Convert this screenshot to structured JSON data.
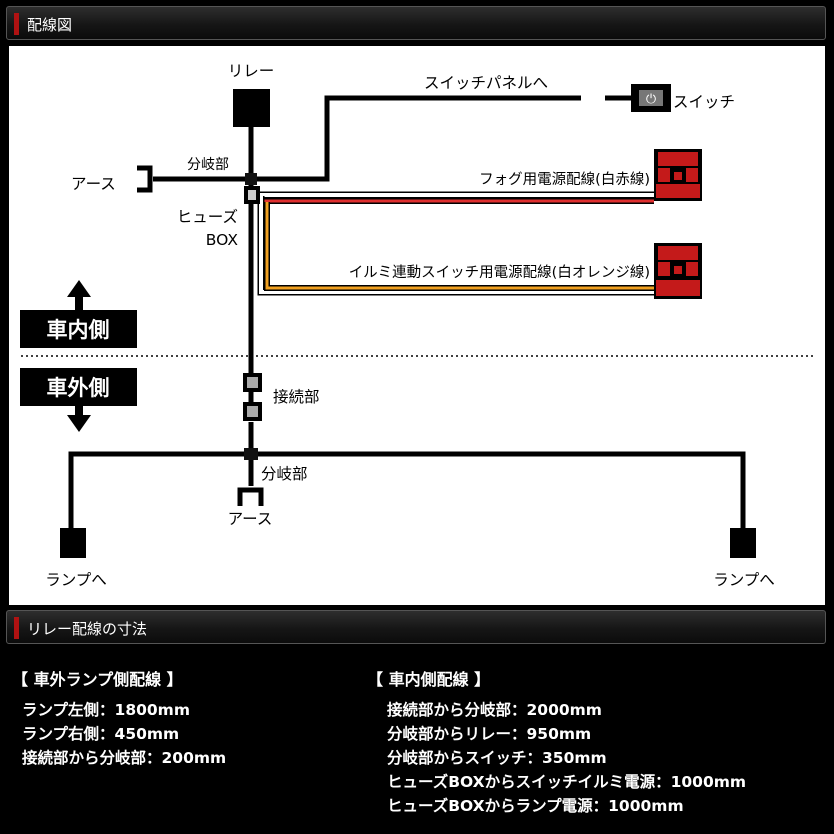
{
  "section1": {
    "title": "配線図"
  },
  "diagram": {
    "relay": "リレー",
    "switch_panel": "スイッチパネルへ",
    "switch": "スイッチ",
    "earth_top": "アース",
    "branch_top": "分岐部",
    "fuse_box_line1": "ヒューズ",
    "fuse_box_line2": "BOX",
    "fog_wire": "フォグ用電源配線(白赤線)",
    "illumi_wire": "イルミ連動スイッチ用電源配線(白オレンジ線)",
    "interior": "車内側",
    "exterior": "車外側",
    "joint": "接続部",
    "branch_bottom": "分岐部",
    "earth_bottom": "アース",
    "lamp_left": "ランプへ",
    "lamp_right": "ランプへ"
  },
  "section2": {
    "title": "リレー配線の寸法"
  },
  "exterior_dims": {
    "title": "【 車外ランプ側配線 】",
    "lines": [
      "ランプ左側：1800mm",
      "ランプ右側：450mm",
      "接続部から分岐部：200mm"
    ]
  },
  "interior_dims": {
    "title": "【 車内側配線 】",
    "lines": [
      "接続部から分岐部：2000mm",
      "分岐部からリレー：950mm",
      "分岐部からスイッチ：350mm",
      "ヒューズBOXからスイッチイルミ電源：1000mm",
      "ヒューズBOXからランプ電源：1000mm"
    ]
  },
  "colors": {
    "accent": "#b01212",
    "connector_red": "#c41a1a",
    "wire_orange": "#f0a020"
  }
}
